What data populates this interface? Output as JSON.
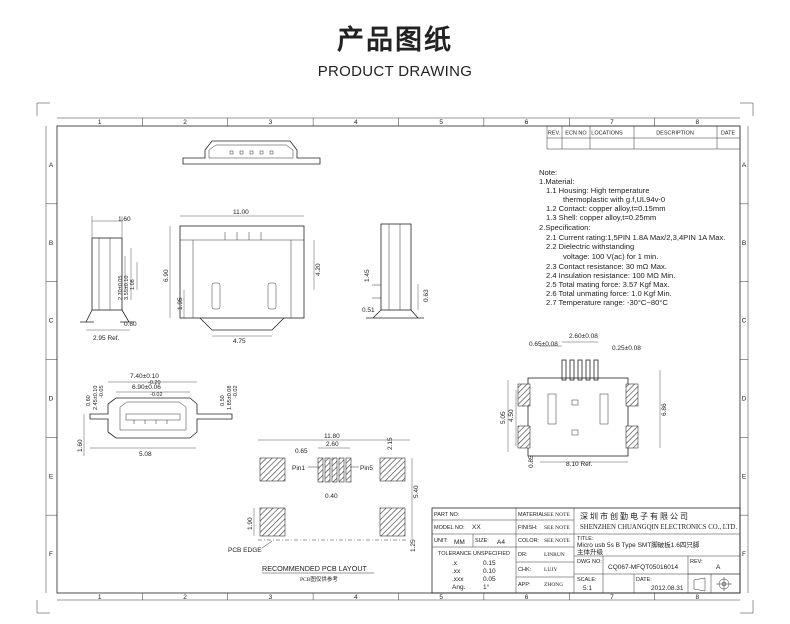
{
  "header": {
    "title_cn": "产品图纸",
    "title_en": "PRODUCT DRAWING"
  },
  "grid": {
    "columns": [
      "1",
      "2",
      "3",
      "4",
      "5",
      "6",
      "7",
      "8"
    ],
    "rows": [
      "A",
      "B",
      "C",
      "D",
      "E",
      "F"
    ]
  },
  "revision_table": {
    "headers": [
      "REV.",
      "ECN NO",
      "LOCATIONS",
      "DESCRIPTION",
      "DATE"
    ]
  },
  "notes": {
    "lines": [
      "Note:",
      "1.Material:",
      "1.1 Housing: High temperature",
      "thermoplastic with g.f,UL94v-0",
      "1.2 Contact: copper alloy,t=0.15mm",
      "1.3 Shell: copper alloy,t=0.25mm",
      "2.Specification:",
      "2.1 Current rating:1,5PIN 1.8A Max/2,3,4PIN 1A Max.",
      "2.2 Dielectric withstanding",
      "voltage: 100 V(ac) for 1 min.",
      "2.3 Contact resistance: 30 mΩ Max.",
      "2.4 Insulation resistance: 100 MΩ Min.",
      "2.5 Total mating force: 3.57 Kgf Max.",
      "2.6 Total unmating force: 1.0 Kgf Min.",
      "2.7 Temperature range: -30°C~80°C"
    ]
  },
  "dims": {
    "side_top": "1.60",
    "side_a": "2.70±0.05",
    "side_b": "3.55±0.10",
    "side_c": "1.08",
    "side_bottom": "0.60",
    "side_ref": "2.95 Ref.",
    "front_width": "11.00",
    "front_height": "6.90",
    "front_right": "4.20",
    "front_left": "1.95",
    "front_bottom": "4.75",
    "rside_a": "1.45",
    "rside_b": "0.63",
    "rside_c": "0.51",
    "mid_a": "7.40±0.10",
    "mid_a2": "-0.20",
    "mid_b": "6.90±0.06",
    "mid_b2": "-0.02",
    "mid_left_a": "0.60",
    "mid_left_b": "2.45±0.10",
    "mid_left_b2": "-0.05",
    "mid_right_a": "0.50",
    "mid_right_b": "1.85±0.08",
    "mid_right_b2": "-0.02",
    "mid_height": "1.60",
    "mid_width": "5.08",
    "bv_top": "2.60±0.08",
    "bv_left": "0.65±0.08",
    "bv_right": "0.25±0.08",
    "bv_h1": "5.05",
    "bv_h2": "4.50",
    "bv_rh": "6.86",
    "bv_bl": "0.85",
    "bv_ref": "8.10 Ref.",
    "pcb_w1": "11.80",
    "pcb_w2": "2.60",
    "pcb_pitch": "0.65",
    "pcb_top": "2.15",
    "pcb_h": "5.40",
    "pcb_gap": "0.40",
    "pcb_pad": "1.90",
    "pcb_bot": "1.25",
    "pin1": "Pin1",
    "pin5": "Pin5",
    "pcb_edge": "PCB EDGE",
    "layout_title": "RECOMMENDED PCB LAYOUT",
    "layout_sub": "PCB图仅供参考"
  },
  "title_block": {
    "part_no_label": "PART NO:",
    "model_no_label": "MODEL NO:",
    "model_no": "XX",
    "unit_label": "UNIT:",
    "unit": "MM",
    "size_label": "SIZE:",
    "size": "A4",
    "tolerance_label": "TOLERANCE UNSPECIFIED",
    "tol_keys": [
      ".x",
      ".xx",
      ".xxx",
      "Ang."
    ],
    "tol_vals": [
      "0.15",
      "0.10",
      "0.05",
      "1°"
    ],
    "material_label": "MATERIAL:",
    "material": "SEE NOTE",
    "finish_label": "FINISH:",
    "finish": "SEE NOTE",
    "color_label": "COLOR:",
    "color": "SEE NOTE",
    "dr_label": "DR:",
    "dr": "LINRUN",
    "chk_label": "CHK:",
    "chk": "LUJY",
    "app_label": "APP:",
    "app": "ZHONG",
    "company_cn": "深 圳 市 创 勤 电 子 有 限 公 司",
    "company_en": "SHENZHEN CHUANGQIN ELECTRONICS CO., LTD.",
    "title_label": "TITLE:",
    "title_1": "Micro usb 5s B Type SMT脚破板1.6四只脚",
    "title_2": "主体升级",
    "dwg_label": "DWG NO:",
    "dwg_no": "CQ067-MFQT05016014",
    "rev_label": "REV:",
    "rev": "A",
    "scale_label": "SCALE:",
    "scale": "5:1",
    "date_label": "DATE:",
    "date": "2012.08.31"
  }
}
